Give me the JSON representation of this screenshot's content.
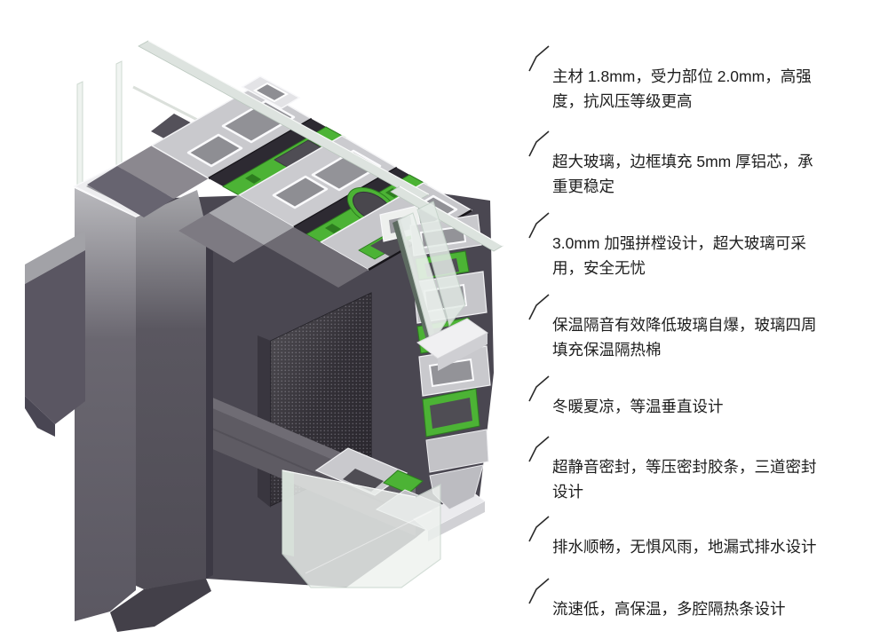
{
  "page": {
    "background": "#ffffff",
    "language": "zh-CN"
  },
  "illustration": {
    "description": "铝合金门窗型材三维剖面图",
    "parts": [
      "glass-pane",
      "aluminum-profile-cross-section",
      "thermal-break-strip",
      "insulation-foam",
      "insect-screen-mesh",
      "glazing-unit",
      "frame-mullion",
      "sash-rail"
    ],
    "colors": {
      "accent_green": "#4cb335",
      "accent_green_dark": "#2d7d1f",
      "frame_dark": "#55525a",
      "cut_face_gray": "#c9c9cd",
      "glass_tint": "#edf2ee",
      "mesh_dark": "#28252c",
      "foam_gray": "#4f4d54"
    }
  },
  "annotations": {
    "items": [
      {
        "text": "主材 1.8mm，受力部位 2.0mm，高强\n度，抗风压等级更高"
      },
      {
        "text": "超大玻璃，边框填充 5mm 厚铝芯，承\n重更稳定"
      },
      {
        "text": "3.0mm 加强拼樘设计，超大玻璃可采\n用，安全无忧"
      },
      {
        "text": "保温隔音有效降低玻璃自爆，玻璃四周\n填充保温隔热棉"
      },
      {
        "text": "冬暖夏凉，等温垂直设计"
      },
      {
        "text": "超静音密封，等压密封胶条，三道密封\n设计"
      },
      {
        "text": "排水顺畅，无惧风雨，地漏式排水设计"
      },
      {
        "text": "流速低，高保温，多腔隔热条设计"
      }
    ]
  }
}
